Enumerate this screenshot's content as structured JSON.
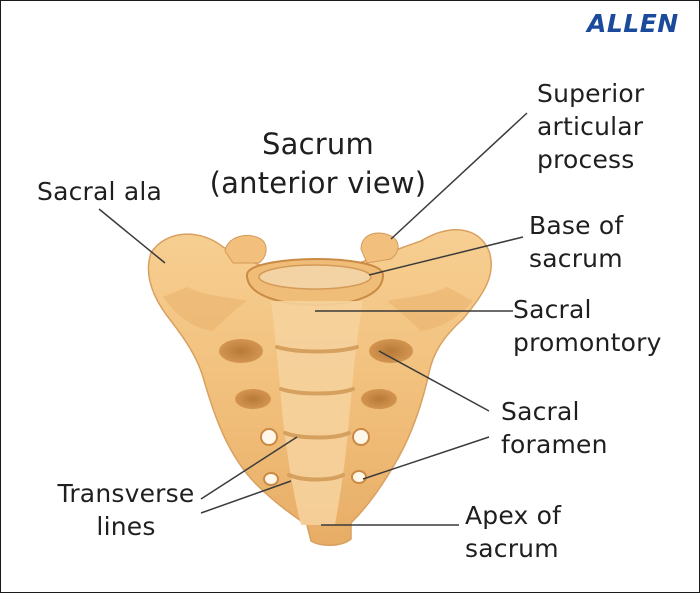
{
  "brand": {
    "logo_text": "ALLEN",
    "logo_color": "#1b4a9c"
  },
  "title": {
    "line1": "Sacrum",
    "line2": "(anterior view)"
  },
  "labels": {
    "superior_articular_process": [
      "Superior",
      "articular",
      "process"
    ],
    "sacral_ala": [
      "Sacral ala"
    ],
    "base_of_sacrum": [
      "Base of",
      "sacrum"
    ],
    "sacral_promontory": [
      "Sacral",
      "promontory"
    ],
    "sacral_foramen": [
      "Sacral",
      "foramen"
    ],
    "transverse_lines": [
      "Transverse",
      "lines"
    ],
    "apex_of_sacrum": [
      "Apex of",
      "sacrum"
    ]
  },
  "colors": {
    "bone_light": "#f7cf92",
    "bone_mid": "#ebb36c",
    "bone_dark": "#c98a45",
    "leader_line": "#3b3b3b",
    "text": "#1f1f1f"
  }
}
